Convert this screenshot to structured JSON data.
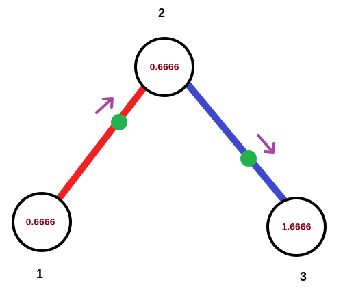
{
  "diagram": {
    "colors": {
      "edge_left": "#ee2222",
      "edge_right": "#3f48cc",
      "edge_midpoint": "#22b14c",
      "arrow": "#a349a4",
      "node_value_text": "#880015",
      "label_text": "#000000"
    },
    "nodes": [
      {
        "id": "1",
        "label": "1",
        "value": "0.6666"
      },
      {
        "id": "2",
        "label": "2",
        "value": "0.6666"
      },
      {
        "id": "3",
        "label": "3",
        "value": "1.6666"
      }
    ],
    "edges": [
      {
        "from": "1",
        "to": "2",
        "color_key": "edge_left",
        "midpoint_icon": "green-dot-icon",
        "arrow_icon": "arrow-up-right-icon"
      },
      {
        "from": "2",
        "to": "3",
        "color_key": "edge_right",
        "midpoint_icon": "green-dot-icon",
        "arrow_icon": "arrow-down-right-icon"
      }
    ]
  }
}
